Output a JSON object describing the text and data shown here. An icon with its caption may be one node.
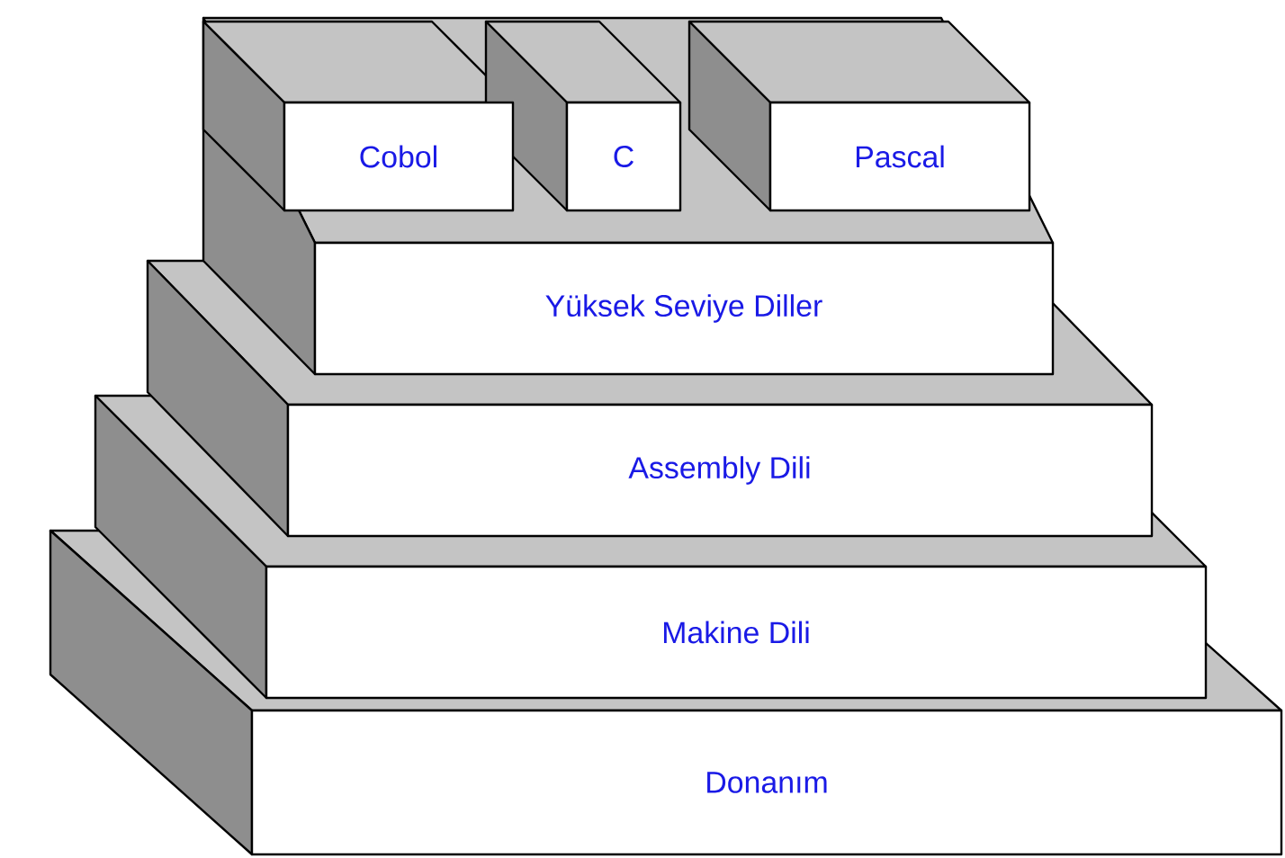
{
  "diagram": {
    "nodes": [
      {
        "text": [
          "Cobol"
        ]
      },
      {
        "text": [
          "C"
        ]
      },
      {
        "text": [
          "Pascal"
        ]
      },
      {
        "text": [
          "Yüksek Seviye Diller"
        ]
      },
      {
        "text": [
          "Assembly Dili"
        ]
      },
      {
        "text": [
          "Makine Dili"
        ]
      },
      {
        "text": [
          "Donanım"
        ]
      }
    ]
  }
}
